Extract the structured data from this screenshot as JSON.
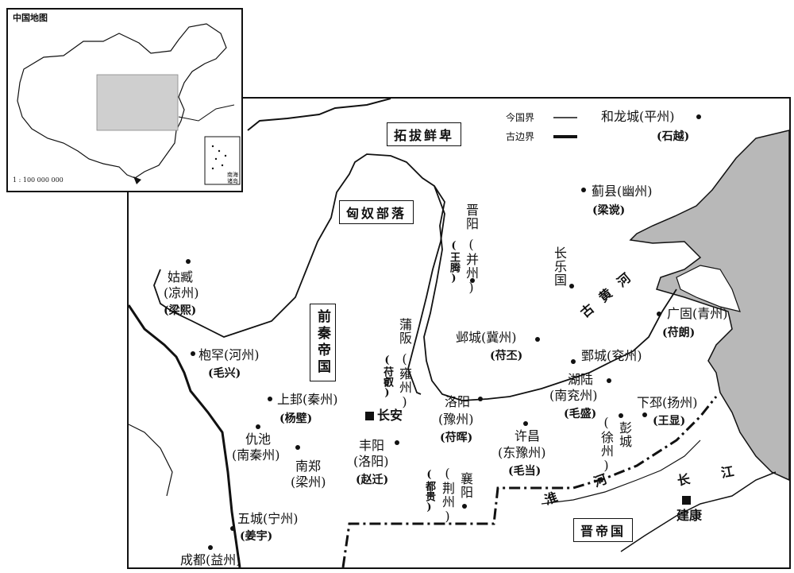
{
  "inset": {
    "title": "中国地图",
    "scale": "1 : 100 000 000",
    "sea_label": "南海诸岛"
  },
  "legend": {
    "modern_border": "今国界",
    "ancient_border": "古边界"
  },
  "regions": {
    "tuoba": "拓拔鲜卑",
    "xiongnu": "匈奴部落",
    "qianqin": "前秦帝国",
    "jin": "晋帝国"
  },
  "rivers": {
    "yellow": "古黄河",
    "huai": "淮河",
    "yangtze": "长江"
  },
  "cities": {
    "helong": {
      "name": "和龙城(平州)",
      "gov": "(石越)"
    },
    "jixian": {
      "name": "蓟县(幽州)",
      "gov": "(梁谠)"
    },
    "jinyang": {
      "name": "晋阳",
      "prov": "(并州)",
      "gov": "(王腾)"
    },
    "changle": {
      "name": "长乐国"
    },
    "guangu": {
      "name": "广固(青州)",
      "gov": "(苻朗)"
    },
    "gucang": {
      "name": "姑臧",
      "prov": "(凉州)",
      "gov": "(梁熙)"
    },
    "baohan": {
      "name": "枹罕(河州)",
      "gov": "(毛兴)"
    },
    "puban": {
      "name": "蒲阪",
      "prov": "(雍州)",
      "gov": "(苻叡)"
    },
    "yecheng": {
      "name": "邺城(冀州)",
      "gov": "(苻丕)"
    },
    "juancheng": {
      "name": "鄄城(兖州)"
    },
    "hulu": {
      "name": "湖陆",
      "prov": "(南兖州)",
      "gov": "(毛盛)"
    },
    "xiapi": {
      "name": "下邳(扬州)",
      "gov": "(王显)"
    },
    "shanggui": {
      "name": "上邽(秦州)",
      "gov": "(杨壁)"
    },
    "changan": {
      "name": "长安"
    },
    "luoyang": {
      "name": "洛阳",
      "prov": "(豫州)",
      "gov": "(苻晖)"
    },
    "pengcheng": {
      "name": "彭城",
      "prov": "(徐州)"
    },
    "qiuchi": {
      "name": "仇池",
      "prov": "(南秦州)"
    },
    "fengyang": {
      "name": "丰阳",
      "prov": "(洛阳)",
      "gov": "(赵迁)"
    },
    "xuchang": {
      "name": "许昌",
      "prov": "(东豫州)",
      "gov": "(毛当)"
    },
    "nanzheng": {
      "name": "南郑",
      "prov": "(梁州)"
    },
    "xiangyang": {
      "name": "襄阳",
      "prov": "(荆州)",
      "gov": "(都贵)"
    },
    "wucheng": {
      "name": "五城(宁州)",
      "gov": "(姜宇)"
    },
    "chengdu": {
      "name": "成都(益州)"
    },
    "jiankang": {
      "name": "建康"
    }
  }
}
